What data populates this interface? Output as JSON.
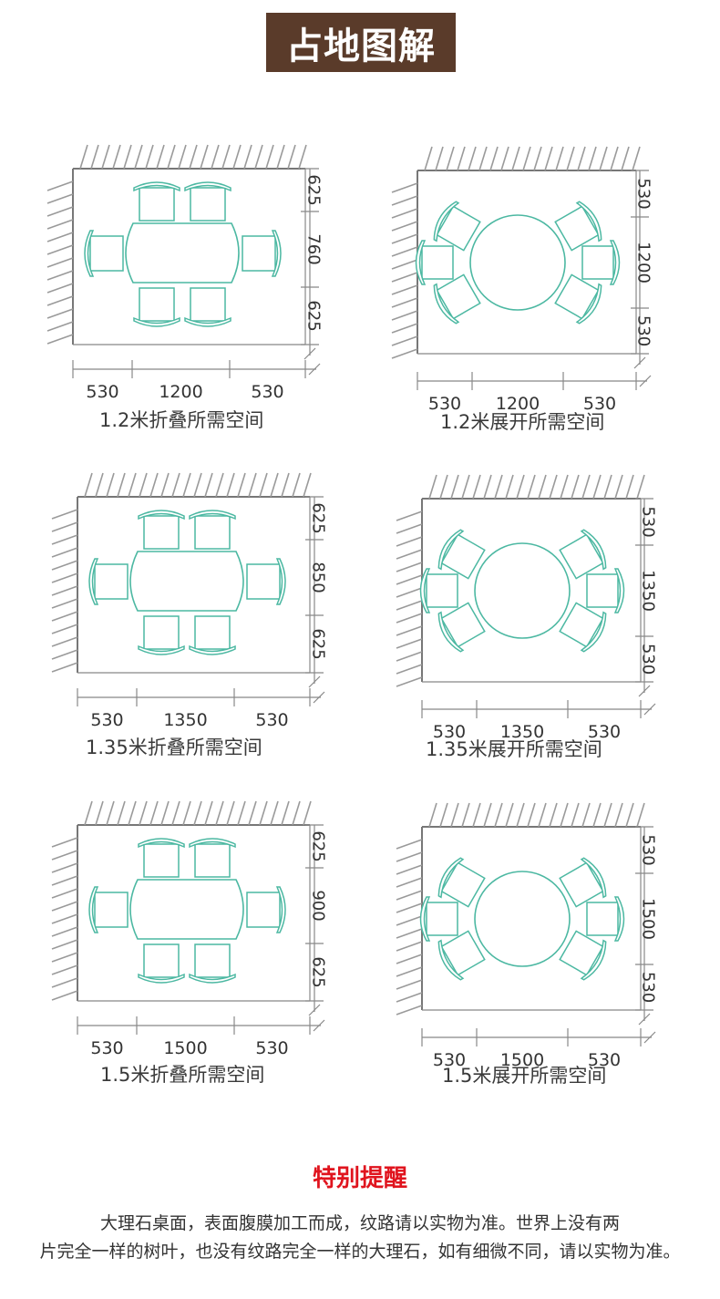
{
  "header": {
    "title": "占地图解"
  },
  "colors": {
    "banner_bg": "#5a3b2a",
    "outline": "#4cb8a2",
    "wall": "#9a9a9a",
    "dimension": "#888888",
    "warning_title": "#e0141e"
  },
  "panels": [
    {
      "caption": "1.2米折叠所需空间",
      "layout": "folding",
      "bottom_dims": [
        "530",
        "1200",
        "530"
      ],
      "side_dims": [
        "625",
        "760",
        "625"
      ]
    },
    {
      "caption": "1.2米展开所需空间",
      "layout": "round",
      "bottom_dims": [
        "530",
        "1200",
        "530"
      ],
      "side_dims": [
        "530",
        "1200",
        "530"
      ]
    },
    {
      "caption": "1.35米折叠所需空间",
      "layout": "folding",
      "bottom_dims": [
        "530",
        "1350",
        "530"
      ],
      "side_dims": [
        "625",
        "850",
        "625"
      ]
    },
    {
      "caption": "1.35米展开所需空间",
      "layout": "round",
      "bottom_dims": [
        "530",
        "1350",
        "530"
      ],
      "side_dims": [
        "530",
        "1350",
        "530"
      ]
    },
    {
      "caption": "1.5米折叠所需空间",
      "layout": "folding",
      "bottom_dims": [
        "530",
        "1500",
        "530"
      ],
      "side_dims": [
        "625",
        "900",
        "625"
      ]
    },
    {
      "caption": "1.5米展开所需空间",
      "layout": "round",
      "bottom_dims": [
        "530",
        "1500",
        "530"
      ],
      "side_dims": [
        "530",
        "1500",
        "530"
      ]
    }
  ],
  "reminder": {
    "title": "特别提醒",
    "line1": "大理石桌面，表面腹膜加工而成，纹路请以实物为准。世界上没有两",
    "line2": "片完全一样的树叶，也没有纹路完全一样的大理石，如有细微不同，请以实物为准。"
  }
}
